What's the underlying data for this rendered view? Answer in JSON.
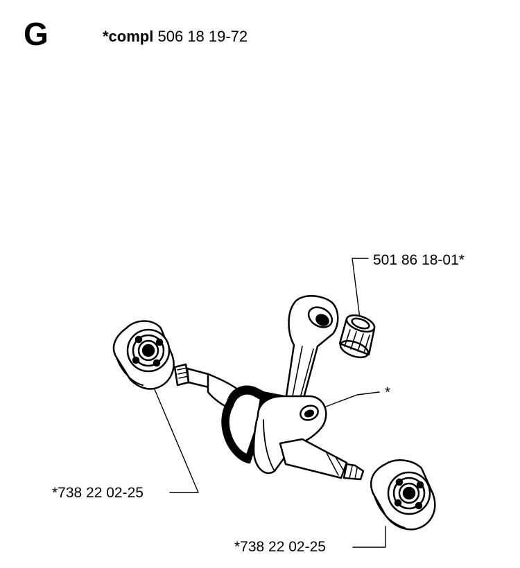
{
  "header": {
    "group_letter": "G",
    "assembly_prefix": "*compl",
    "assembly_number": "506 18 19-72"
  },
  "parts": {
    "needle_bearing": "501 86 18-01*",
    "crankshaft_mark": "*",
    "ball_bearing_left": "*738 22 02-25",
    "ball_bearing_right": "*738 22 02-25"
  }
}
